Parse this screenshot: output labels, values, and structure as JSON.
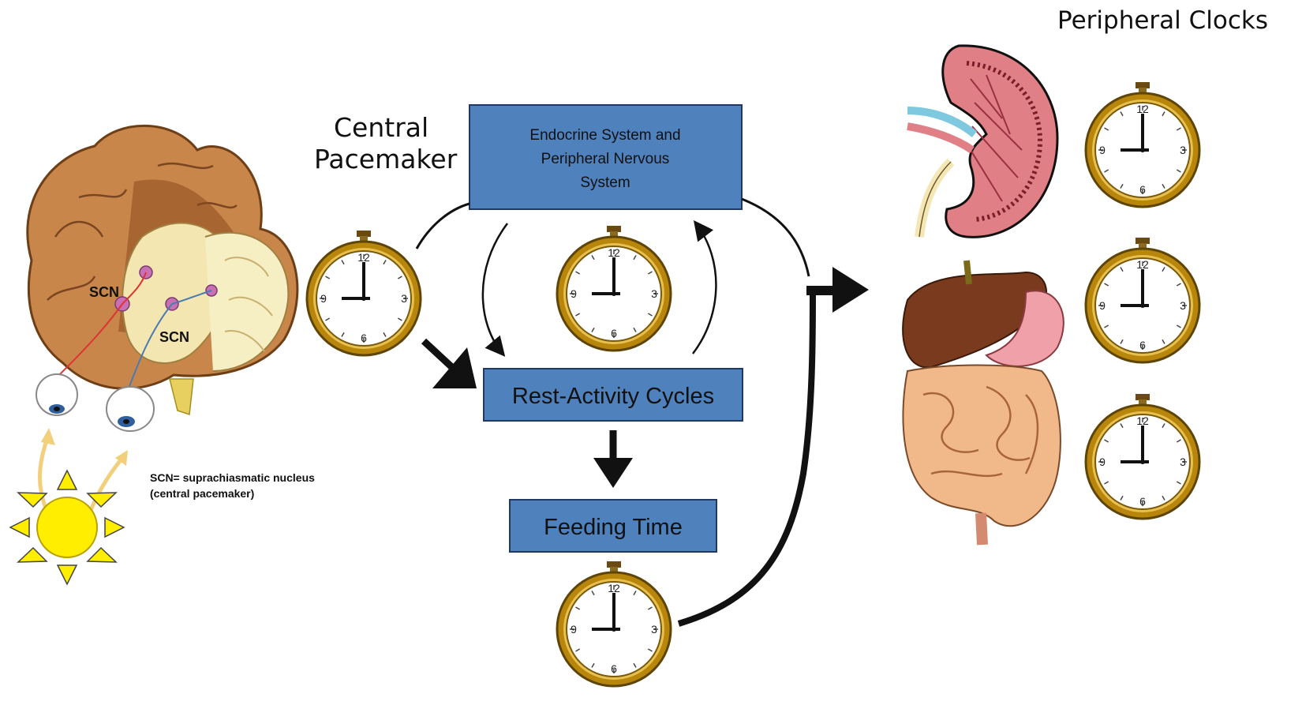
{
  "labels": {
    "central_pacemaker_line1": "Central",
    "central_pacemaker_line2": "Pacemaker",
    "peripheral_clocks": "Peripheral Clocks",
    "scn_upper": "SCN",
    "scn_lower": "SCN",
    "scn_def_line1": "SCN= suprachiasmatic nucleus",
    "scn_def_line2": "(central pacemaker)"
  },
  "boxes": {
    "endocrine_line1": "Endocrine System and",
    "endocrine_line2": "Peripheral Nervous",
    "endocrine_line3": "System",
    "rest_activity": "Rest-Activity Cycles",
    "feeding_time": "Feeding Time"
  },
  "clock_numerals": {
    "n12": "12",
    "n3": "3",
    "n6": "6",
    "n9": "9"
  },
  "colors": {
    "box_fill": "#4f81bd",
    "box_stroke": "#1f3864",
    "clock_rim": "#b8860b",
    "sun": "#ffee00",
    "sun_stroke": "#b8a000",
    "brain": "#c8864a",
    "kidney": "#e07f86",
    "liver": "#7a3a1e",
    "intestine": "#f1b98a"
  },
  "icons": [
    "brain-illustration",
    "eye-icon",
    "sun-icon",
    "clock-icon",
    "kidney-illustration",
    "digestive-system-illustration"
  ]
}
